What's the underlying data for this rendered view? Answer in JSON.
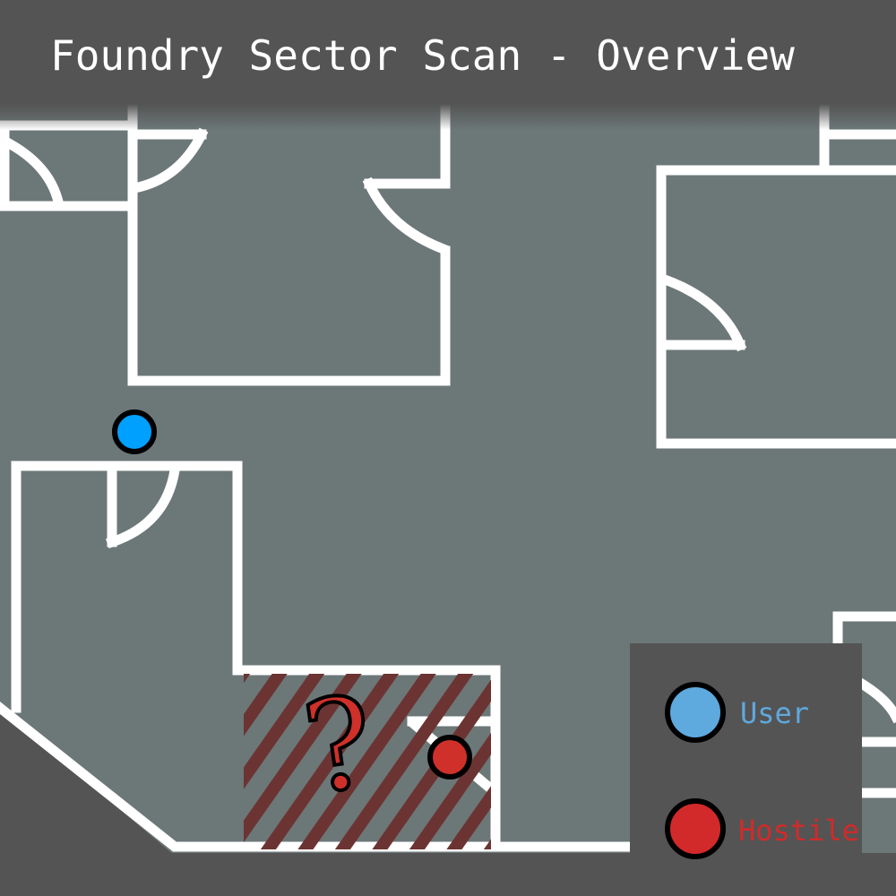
{
  "header": {
    "title": "Foundry Sector Scan - Overview"
  },
  "legend": {
    "items": [
      {
        "label": "User",
        "color": "#5ea9de",
        "text_color": "#5ea9de"
      },
      {
        "label": "Hostile",
        "color": "#d22a2a",
        "text_color": "#d22a2a"
      }
    ]
  },
  "markers": {
    "user": {
      "color": "#00a0ff"
    },
    "hostile": {
      "color": "#d0302a"
    }
  },
  "unknown_zone": {
    "symbol": "?",
    "hatch_color": "#6b3432",
    "symbol_color": "#d0302a"
  },
  "colors": {
    "floor": "#6c7778",
    "background": "#545454",
    "wall": "#ffffff"
  }
}
